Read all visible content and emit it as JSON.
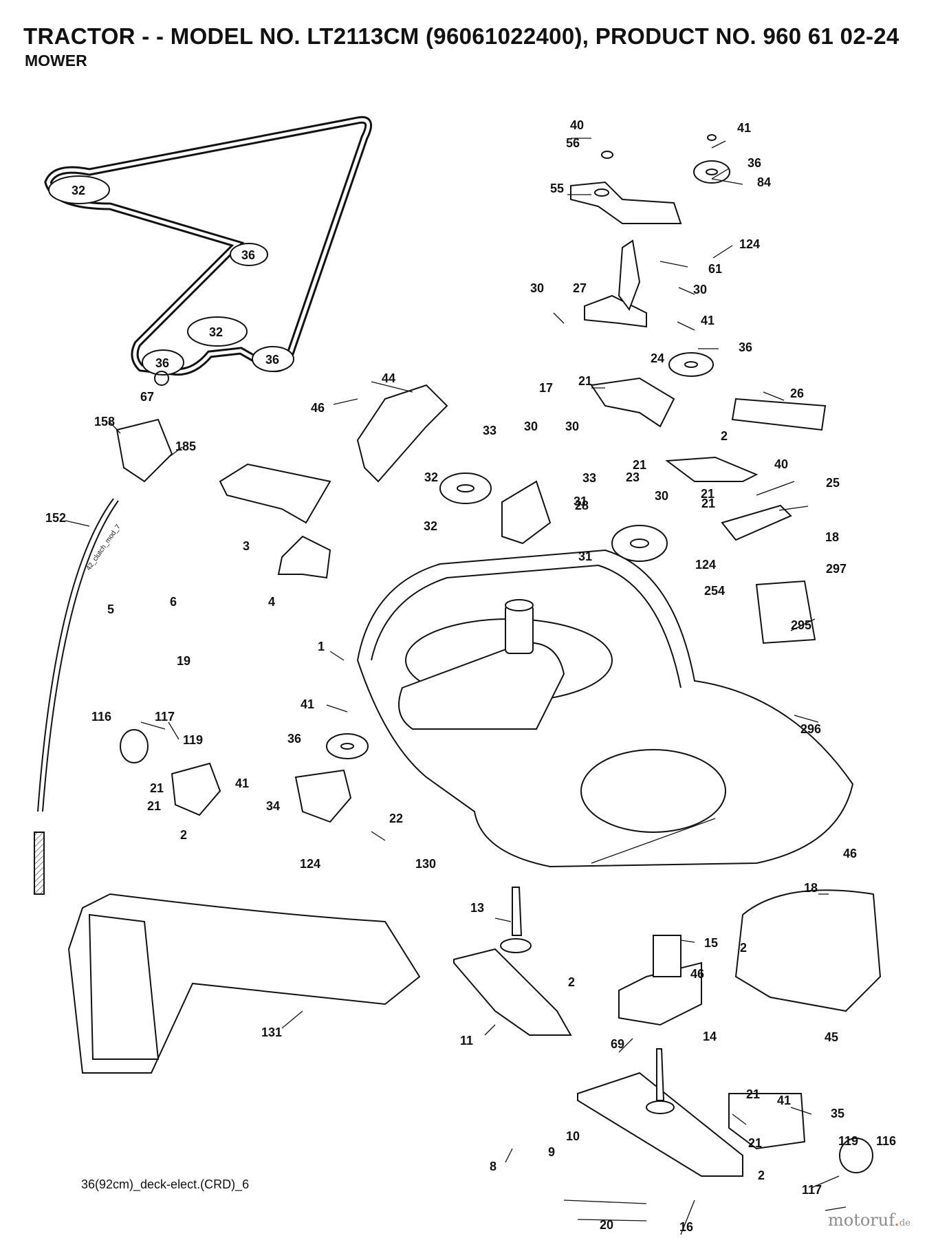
{
  "header": {
    "title": "TRACTOR - - MODEL NO. LT2113CM (96061022400), PRODUCT NO. 960 61 02-24",
    "subtitle": "MOWER"
  },
  "belt_pulley_labels": [
    "32",
    "36",
    "32",
    "36",
    "36"
  ],
  "part_labels": [
    "40",
    "41",
    "56",
    "36",
    "84",
    "55",
    "124",
    "61",
    "30",
    "27",
    "30",
    "41",
    "36",
    "21",
    "24",
    "26",
    "17",
    "44",
    "46",
    "67",
    "158",
    "185",
    "33",
    "30",
    "30",
    "2",
    "40",
    "21",
    "23",
    "25",
    "21",
    "32",
    "33",
    "30",
    "21",
    "18",
    "28",
    "31",
    "32",
    "124",
    "297",
    "3",
    "31",
    "254",
    "152",
    "6",
    "5",
    "4",
    "295",
    "1",
    "19",
    "41",
    "116",
    "117",
    "119",
    "36",
    "296",
    "21",
    "41",
    "22",
    "34",
    "21",
    "2",
    "124",
    "130",
    "46",
    "18",
    "13",
    "15",
    "2",
    "46",
    "2",
    "131",
    "11",
    "14",
    "45",
    "69",
    "21",
    "41",
    "35",
    "10",
    "119",
    "116",
    "8",
    "21",
    "9",
    "2",
    "117",
    "20",
    "16"
  ],
  "footer": {
    "reference": "36(92cm)_deck-elect.(CRD)_6",
    "brand_name": "motoruf",
    "brand_tld": "de"
  },
  "cable_tag": "42_clutch_mod_7",
  "colors": {
    "ink": "#111111",
    "paper": "#ffffff",
    "brand_text": "#8c8c8c",
    "brand_accent": "#e0641a"
  }
}
